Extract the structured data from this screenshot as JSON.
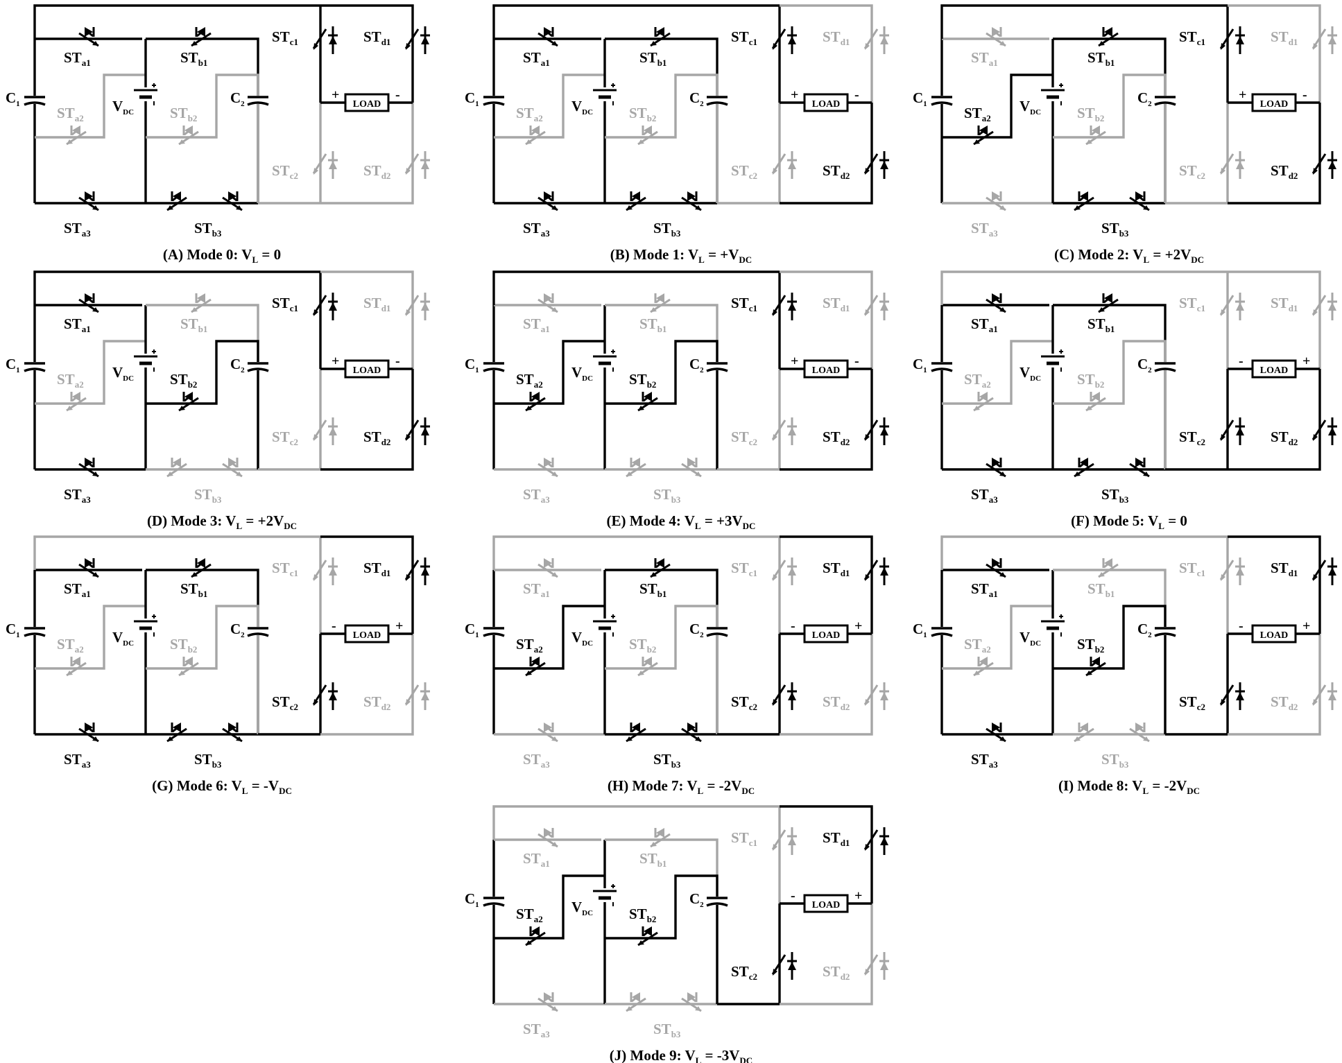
{
  "colors": {
    "active": "#000000",
    "inactive": "#a6a6a6",
    "background": "#ffffff"
  },
  "labels": {
    "c1": "C",
    "c1_sub": "1",
    "c2": "C",
    "c2_sub": "2",
    "vdc": "V",
    "vdc_sub": "DC",
    "switch_prefix": "ST",
    "load": "LOAD"
  },
  "panels": [
    {
      "id": "A",
      "caption": {
        "prefix": "(A) Mode 0: V",
        "sub": "L",
        "mid": " = 0",
        "tail": "",
        "tail_sub": ""
      },
      "polarity": {
        "left": "+",
        "right": "-"
      },
      "on": [
        "a1",
        "a3",
        "b1",
        "b3",
        "c1",
        "d1"
      ],
      "branch": {
        "a": "top",
        "b": "top",
        "r": "top",
        "rb": false
      }
    },
    {
      "id": "B",
      "caption": {
        "prefix": "(B) Mode 1: V",
        "sub": "L",
        "mid": " = +V",
        "tail": "",
        "tail_sub": "DC"
      },
      "polarity": {
        "left": "+",
        "right": "-"
      },
      "on": [
        "a1",
        "a3",
        "b1",
        "b3",
        "c1",
        "d2"
      ],
      "branch": {
        "a": "top",
        "b": "top",
        "r": "top",
        "rb": true
      }
    },
    {
      "id": "C",
      "caption": {
        "prefix": "(C) Mode 2: V",
        "sub": "L",
        "mid": " = +2V",
        "tail": "",
        "tail_sub": "DC"
      },
      "polarity": {
        "left": "+",
        "right": "-"
      },
      "on": [
        "a2",
        "b1",
        "b3",
        "c1",
        "d2"
      ],
      "branch": {
        "a": "mid",
        "b": "top",
        "r": "top",
        "rb": true
      }
    },
    {
      "id": "D",
      "caption": {
        "prefix": "(D) Mode 3: V",
        "sub": "L",
        "mid": " = +2V",
        "tail": "",
        "tail_sub": "DC"
      },
      "polarity": {
        "left": "+",
        "right": "-"
      },
      "on": [
        "a1",
        "a3",
        "b2",
        "c1",
        "d2"
      ],
      "branch": {
        "a": "top",
        "b": "mid",
        "r": "top",
        "rb": true
      }
    },
    {
      "id": "E",
      "caption": {
        "prefix": "(E) Mode 4: V",
        "sub": "L",
        "mid": " = +3V",
        "tail": "",
        "tail_sub": "DC"
      },
      "polarity": {
        "left": "+",
        "right": "-"
      },
      "on": [
        "a2",
        "b2",
        "c1",
        "d2"
      ],
      "branch": {
        "a": "mid",
        "b": "mid",
        "r": "top",
        "rb": true
      }
    },
    {
      "id": "F",
      "caption": {
        "prefix": "(F) Mode 5: V",
        "sub": "L",
        "mid": " = 0",
        "tail": "",
        "tail_sub": ""
      },
      "polarity": {
        "left": "-",
        "right": "+"
      },
      "on": [
        "a1",
        "a3",
        "b1",
        "b3",
        "c2",
        "d2"
      ],
      "branch": {
        "a": "top",
        "b": "top",
        "r": "bot",
        "rb": true
      }
    },
    {
      "id": "G",
      "caption": {
        "prefix": "(G) Mode 6: V",
        "sub": "L",
        "mid": " = -V",
        "tail": "",
        "tail_sub": "DC"
      },
      "polarity": {
        "left": "-",
        "right": "+"
      },
      "on": [
        "a1",
        "a3",
        "b1",
        "b3",
        "c2",
        "d1"
      ],
      "branch": {
        "a": "top",
        "b": "top",
        "r": "bot",
        "rb": false
      }
    },
    {
      "id": "H",
      "caption": {
        "prefix": "(H) Mode 7: V",
        "sub": "L",
        "mid": " = -2V",
        "tail": "",
        "tail_sub": "DC"
      },
      "polarity": {
        "left": "-",
        "right": "+"
      },
      "on": [
        "a2",
        "b1",
        "b3",
        "c2",
        "d1"
      ],
      "branch": {
        "a": "mid",
        "b": "top",
        "r": "bot",
        "rb": false
      }
    },
    {
      "id": "I",
      "caption": {
        "prefix": "(I) Mode 8: V",
        "sub": "L",
        "mid": " = -2V",
        "tail": "",
        "tail_sub": "DC"
      },
      "polarity": {
        "left": "-",
        "right": "+"
      },
      "on": [
        "a1",
        "a3",
        "b2",
        "c2",
        "d1"
      ],
      "branch": {
        "a": "top",
        "b": "mid",
        "r": "bot",
        "rb": false
      }
    },
    {
      "id": "J",
      "caption": {
        "prefix": "(J) Mode 9: V",
        "sub": "L",
        "mid": " = -3V",
        "tail": "",
        "tail_sub": "DC"
      },
      "polarity": {
        "left": "-",
        "right": "+"
      },
      "on": [
        "a2",
        "b2",
        "c2",
        "d1"
      ],
      "branch": {
        "a": "mid",
        "b": "mid",
        "r": "bot",
        "rb": false
      }
    }
  ]
}
